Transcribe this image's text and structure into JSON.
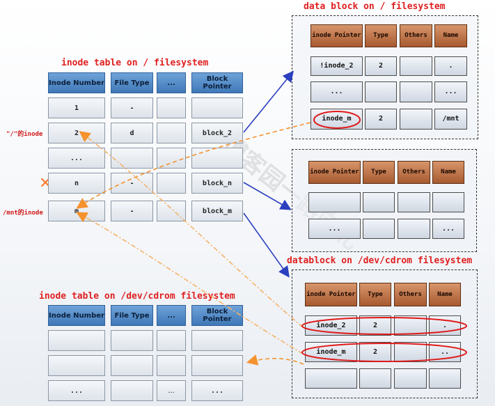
{
  "titles": {
    "root_inode_table": "inode table on / filesystem",
    "cdrom_inode_table": "inode table on /dev/cdrom filesystem",
    "root_data_block": "data block on / filesystem",
    "cdrom_data_block": "datablock on /dev/cdrom filesystem"
  },
  "side_labels": {
    "root_inode": "\"/\"的inode",
    "mnt_inode": "/mnt的inode"
  },
  "cross_mark": "✕",
  "watermark": "博客园一路向北",
  "inode_headers": [
    "Inode Number",
    "File Type",
    "...",
    "Block Pointer"
  ],
  "root_inode_rows": [
    [
      "1",
      "-",
      "",
      ""
    ],
    [
      "2",
      "d",
      "",
      "block_2"
    ],
    [
      "...",
      "",
      "",
      ""
    ],
    [
      "n",
      "-",
      "",
      "block_n"
    ],
    [
      "m",
      "-",
      "",
      "block_m"
    ]
  ],
  "cdrom_inode_rows": [
    [
      "",
      "",
      "",
      ""
    ],
    [
      "",
      "",
      "",
      ""
    ],
    [
      "...",
      "",
      "...",
      "..."
    ]
  ],
  "data_headers": [
    "inode Pointer",
    "Type",
    "Others",
    "Name"
  ],
  "root_block2_rows": [
    [
      "!inode_2",
      "2",
      "",
      "."
    ],
    [
      "...",
      "",
      "",
      "..."
    ],
    [
      "inode_m",
      "2",
      "",
      "/mnt"
    ]
  ],
  "root_blockn_rows": [
    [
      "",
      "",
      "",
      ""
    ],
    [
      "...",
      "",
      "",
      "..."
    ]
  ],
  "cdrom_block_rows": [
    [
      "inode_2",
      "2",
      "",
      "."
    ],
    [
      "inode_m",
      "2",
      "",
      ".."
    ],
    [
      "",
      "",
      "",
      ""
    ]
  ]
}
